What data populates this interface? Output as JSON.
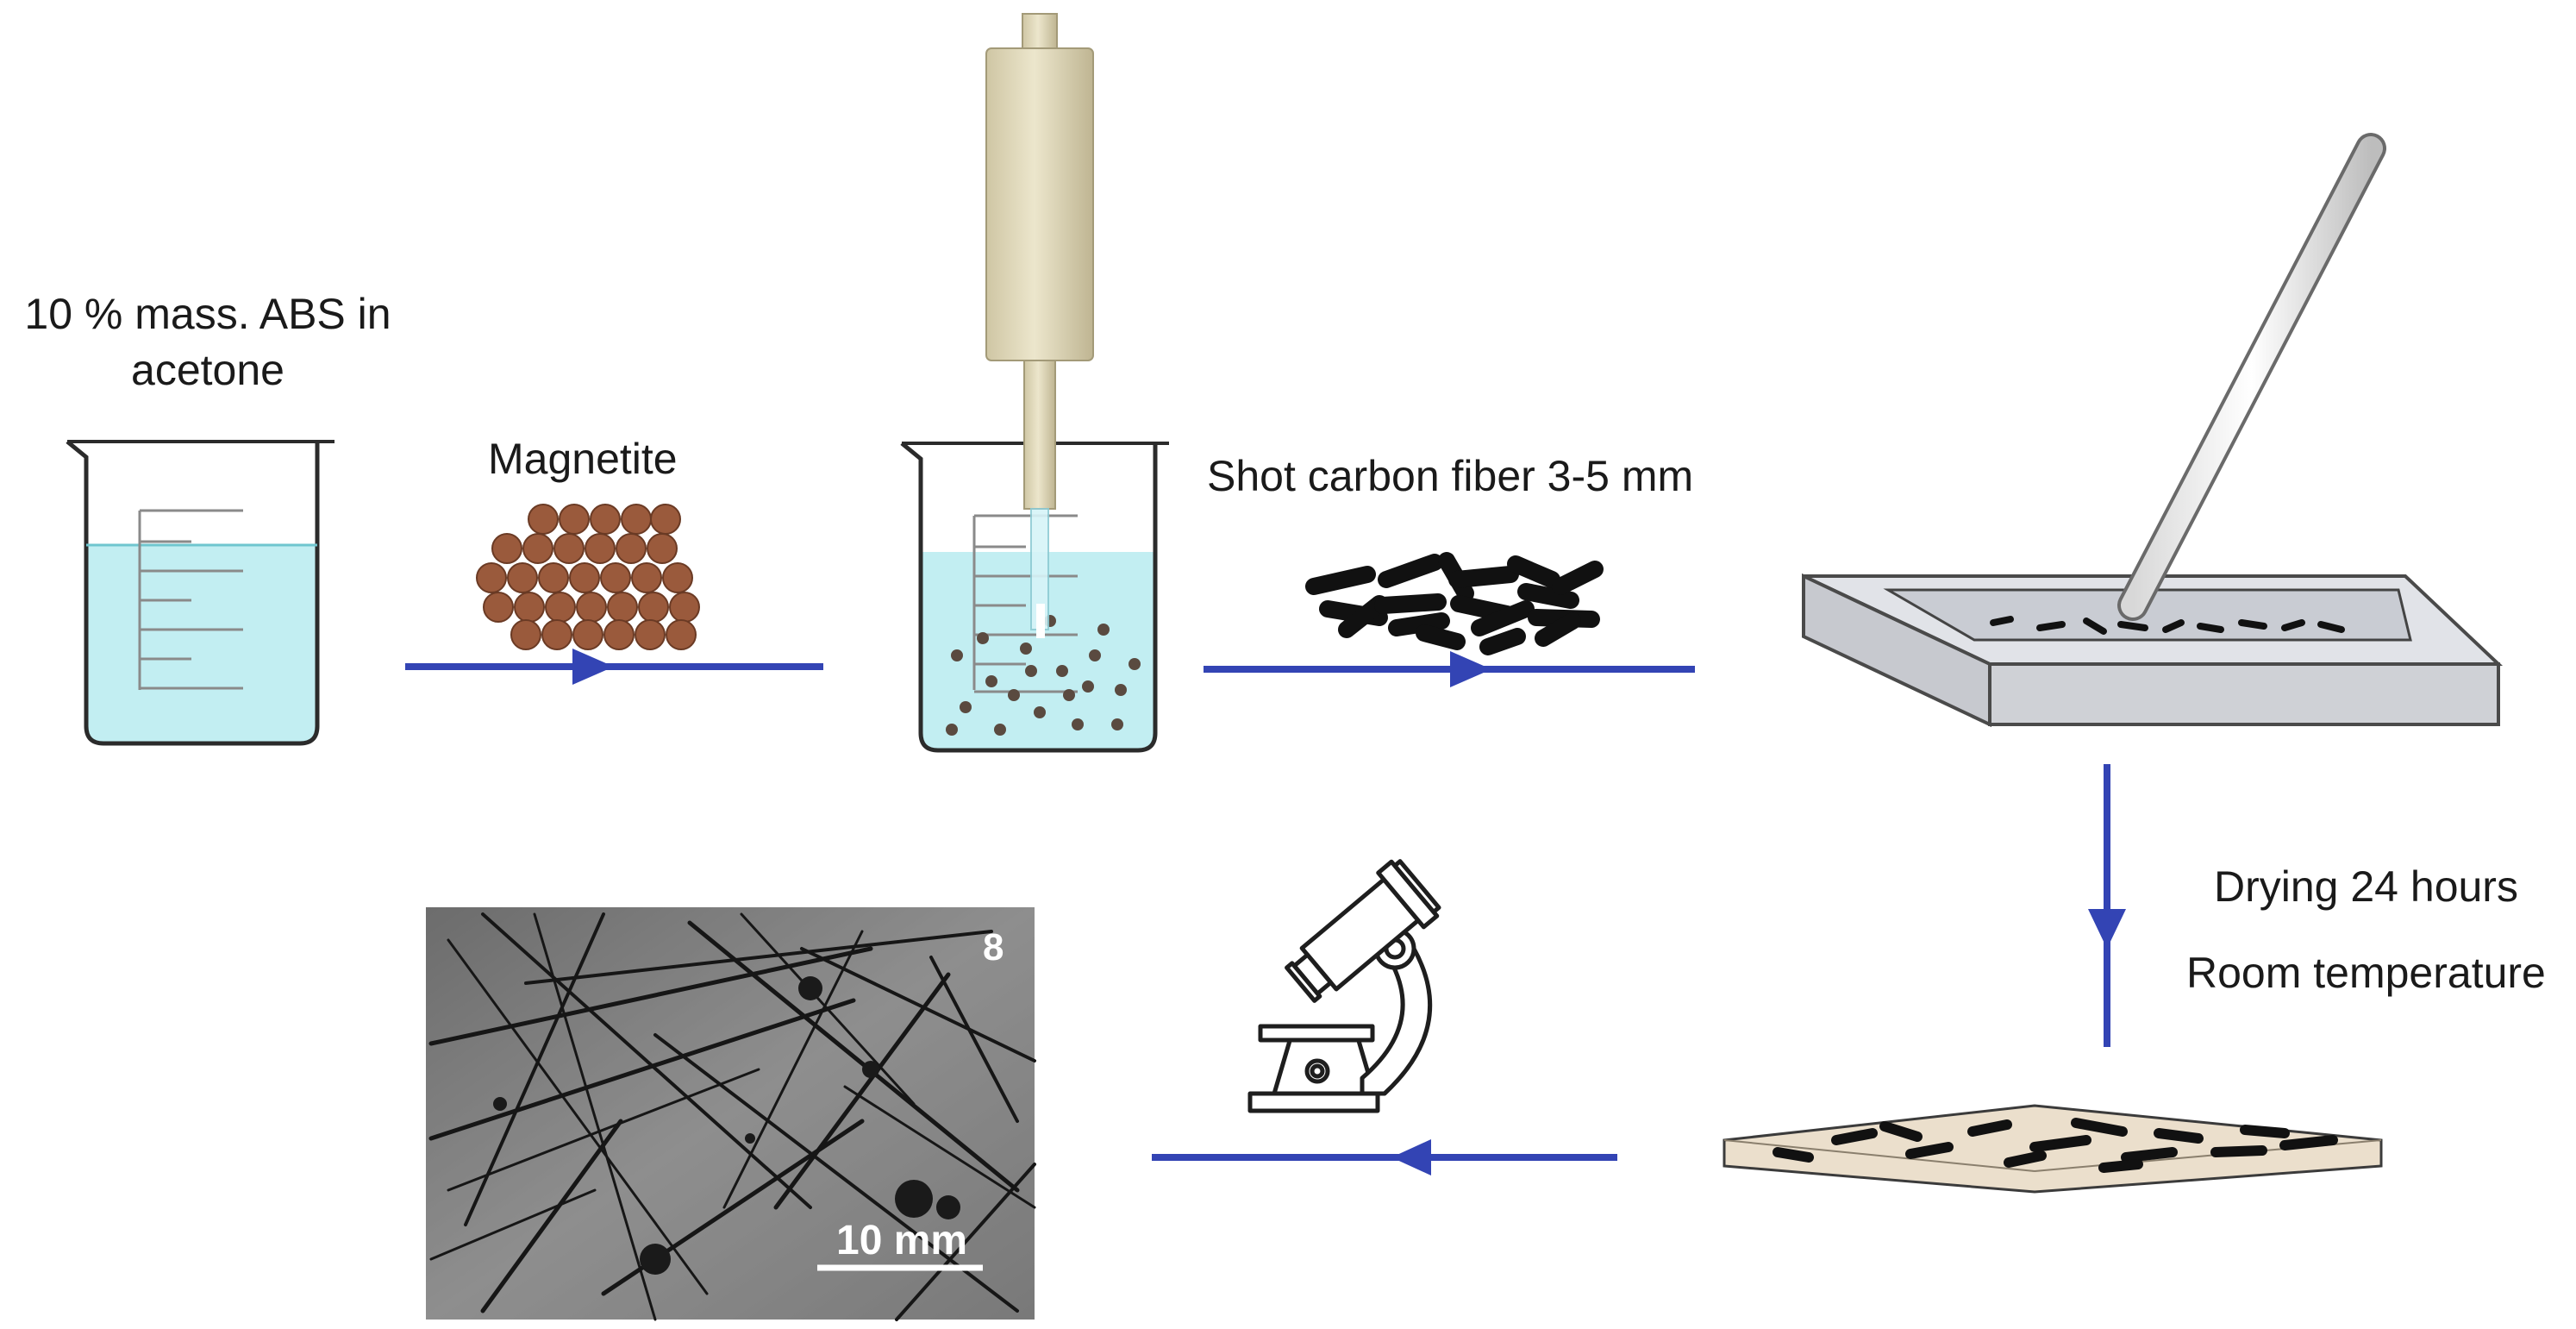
{
  "labels": {
    "abs_solution_line1": "10 % mass. ABS in",
    "abs_solution_line2": "acetone",
    "magnetite": "Magnetite",
    "carbon_fiber": "Shot carbon fiber 3-5 mm",
    "drying_time": "Drying 24 hours",
    "drying_temp": "Room temperature",
    "scale_bar": "10 mm",
    "micrograph_number": "8"
  },
  "colors": {
    "liquid": "#c2eef2",
    "arrow": "#3344b4",
    "particle": "#9a5a3c",
    "fiber": "#111111",
    "tray_top": "#e1e3e8",
    "tray_side": "#c7c9cf",
    "composite_sheet": "#ebdfcc",
    "sonicator_body": "#dcd3b2",
    "micrograph_bg": "#7d7d7d"
  },
  "icons": [
    "beaker-icon",
    "magnetite-particles-icon",
    "ultrasonic-probe-icon",
    "carbon-fiber-icon",
    "casting-tray-icon",
    "glass-rod-icon",
    "composite-sheet-icon",
    "microscope-icon"
  ]
}
